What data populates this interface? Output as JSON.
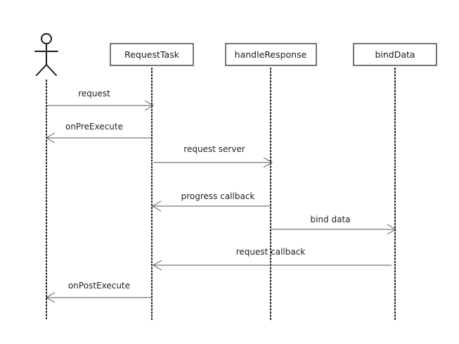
{
  "participants": [
    {
      "id": "actor",
      "kind": "actor",
      "label": ""
    },
    {
      "id": "requesttask",
      "kind": "box",
      "label": "RequestTask"
    },
    {
      "id": "handleresponse",
      "kind": "box",
      "label": "handleResponse"
    },
    {
      "id": "binddata",
      "kind": "box",
      "label": "bindData"
    }
  ],
  "messages": [
    {
      "from": "actor",
      "to": "requesttask",
      "label": "request"
    },
    {
      "from": "requesttask",
      "to": "actor",
      "label": "onPreExecute"
    },
    {
      "from": "requesttask",
      "to": "handleresponse",
      "label": "request server"
    },
    {
      "from": "handleresponse",
      "to": "requesttask",
      "label": "progress callback"
    },
    {
      "from": "handleresponse",
      "to": "binddata",
      "label": "bind data"
    },
    {
      "from": "binddata",
      "to": "requesttask",
      "label": "request callback"
    },
    {
      "from": "requesttask",
      "to": "actor",
      "label": "onPostExecute"
    }
  ],
  "colors": {
    "stroke": "#1a1a1a",
    "message": "#555555",
    "background": "#ffffff"
  }
}
